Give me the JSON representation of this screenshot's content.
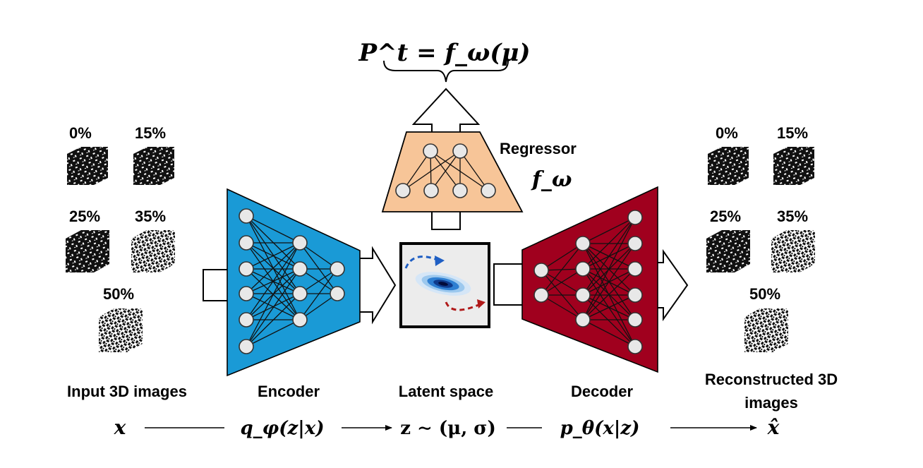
{
  "formula_top": "P^t = f_ω(μ)",
  "regressor": {
    "label": "Regressor",
    "symbol": "f_ω"
  },
  "inputs": {
    "caption": "Input 3D images",
    "percentages": [
      "0%",
      "15%",
      "25%",
      "35%",
      "50%"
    ]
  },
  "outputs": {
    "caption_line1": "Reconstructed 3D",
    "caption_line2": "images",
    "percentages": [
      "0%",
      "15%",
      "25%",
      "35%",
      "50%"
    ]
  },
  "encoder": {
    "label": "Encoder",
    "formula": "q_φ(z|x)",
    "color": "#1a9ad6"
  },
  "latent": {
    "label": "Latent space",
    "formula": "z ∼ (μ, σ)"
  },
  "decoder": {
    "label": "Decoder",
    "formula": "p_θ(x|z)",
    "color": "#a0001e"
  },
  "regressor_color": "#f7c598",
  "bottom_row": {
    "x": "x",
    "x_hat": "x̂"
  }
}
